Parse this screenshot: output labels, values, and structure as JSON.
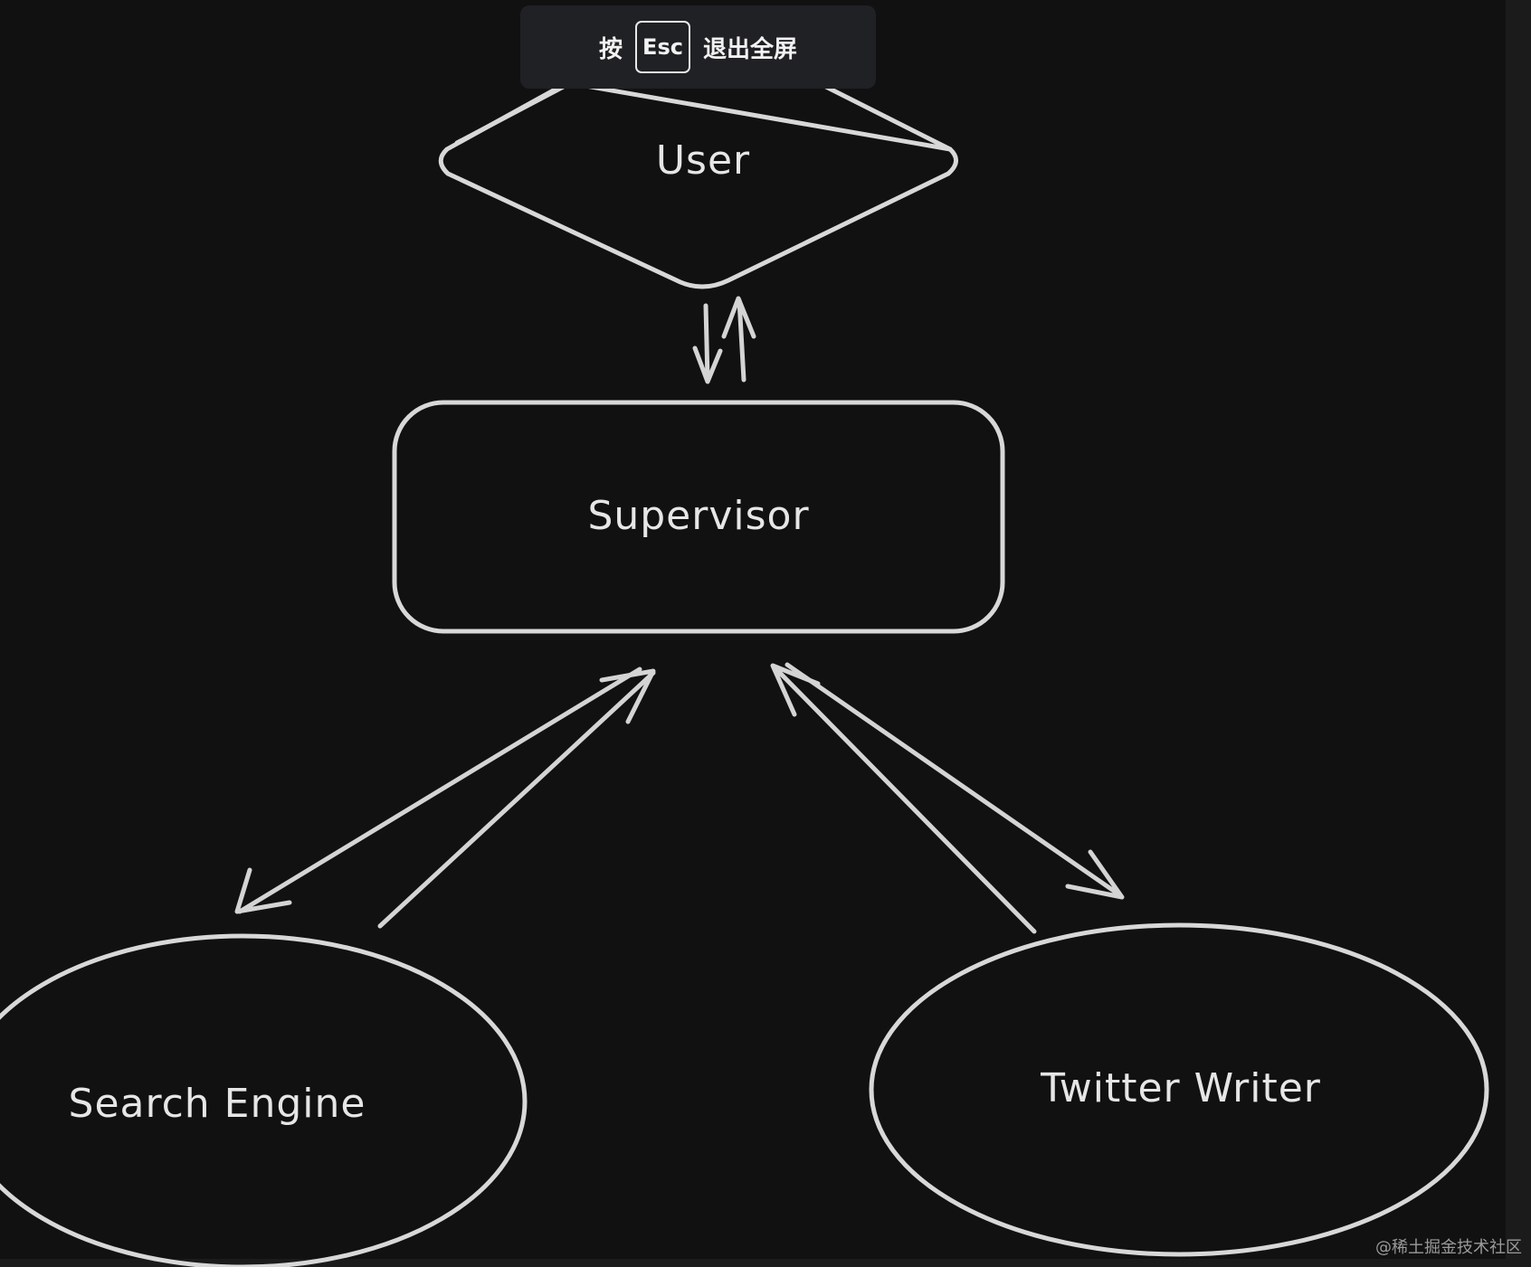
{
  "toast": {
    "prefix": "按",
    "key": "Esc",
    "suffix": "退出全屏"
  },
  "nodes": {
    "user": "User",
    "supervisor": "Supervisor",
    "search_engine": "Search Engine",
    "twitter_writer": "Twitter Writer"
  },
  "watermark": "@稀土掘金技术社区",
  "colors": {
    "background": "#111112",
    "stroke": "#d8d8d8",
    "toast_bg": "#202124"
  }
}
